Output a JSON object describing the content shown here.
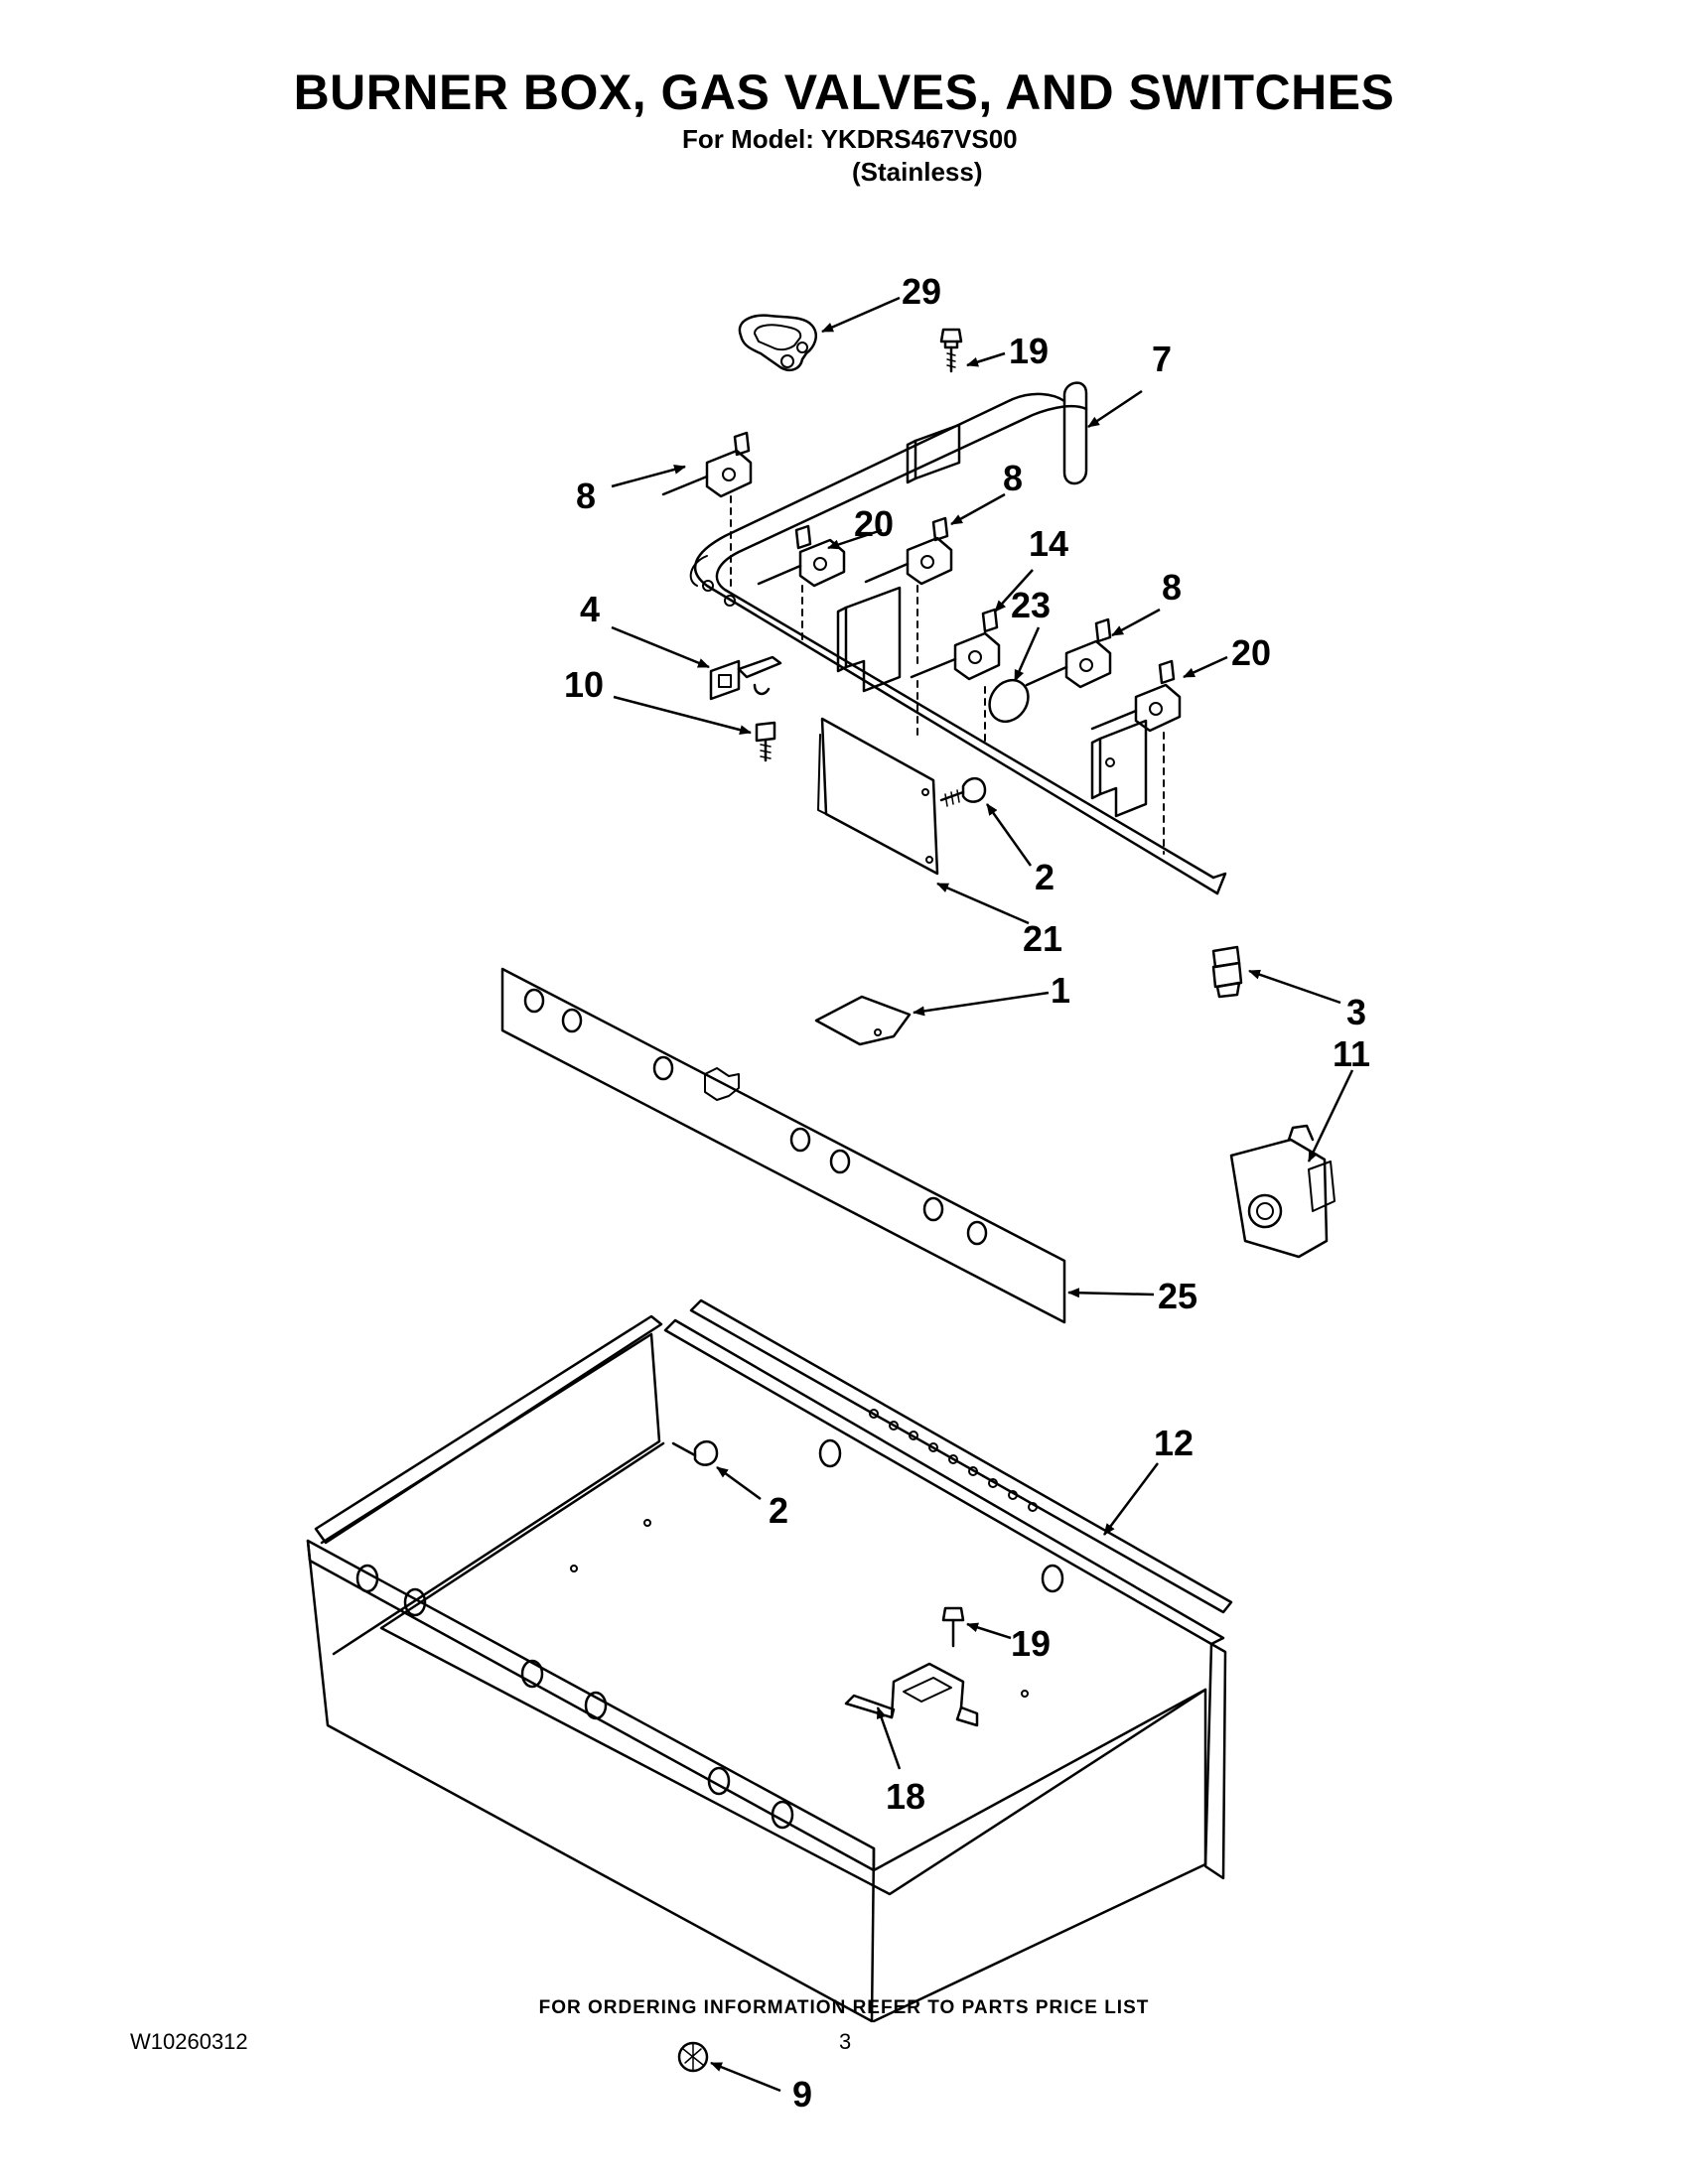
{
  "header": {
    "title": "BURNER BOX, GAS VALVES, AND SWITCHES",
    "model_line": "For Model: YKDRS467VS00",
    "finish_line": "(Stainless)"
  },
  "callouts": {
    "c29": "29",
    "c19a": "19",
    "c7": "7",
    "c8a": "8",
    "c8b": "8",
    "c20a": "20",
    "c14": "14",
    "c23": "23",
    "c8c": "8",
    "c20b": "20",
    "c4": "4",
    "c10": "10",
    "c2a": "2",
    "c21": "21",
    "c1": "1",
    "c3": "3",
    "c11": "11",
    "c25": "25",
    "c12": "12",
    "c2b": "2",
    "c19b": "19",
    "c18": "18",
    "c9": "9"
  },
  "footer": {
    "ordering_note": "FOR ORDERING INFORMATION REFER TO PARTS PRICE LIST",
    "doc_number": "W10260312",
    "page_number": "3"
  }
}
